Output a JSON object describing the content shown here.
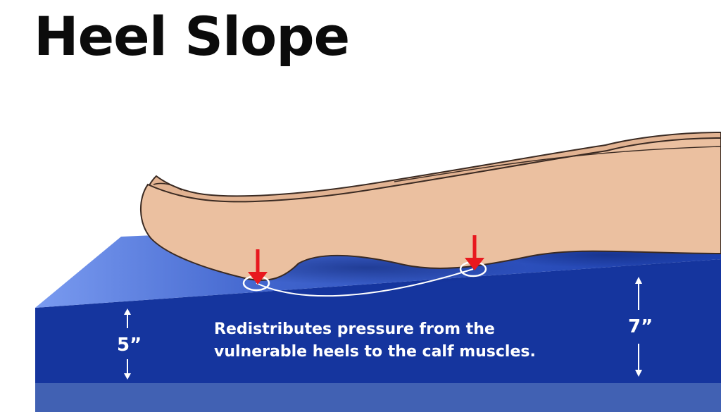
{
  "title": "Heel Slope",
  "caption": {
    "line1": "Redistributes pressure from the",
    "line2": "vulnerable heels to the calf muscles."
  },
  "measurements": {
    "low_end_height": "5”",
    "high_end_height": "7”"
  },
  "colors": {
    "wedge_front": "#15359e",
    "wedge_top_light": "#7a9bf0",
    "wedge_top_dark": "#1c3fae",
    "base_layer": "#4161b3",
    "skin": "#ebc0a0",
    "skin_outline": "#3a2a22",
    "pressure_arrow": "#e8181e",
    "pressure_ring": "#ffffff"
  },
  "icons": [
    "pressure-arrow-icon",
    "pressure-ring-icon",
    "double-arrow-icon"
  ]
}
